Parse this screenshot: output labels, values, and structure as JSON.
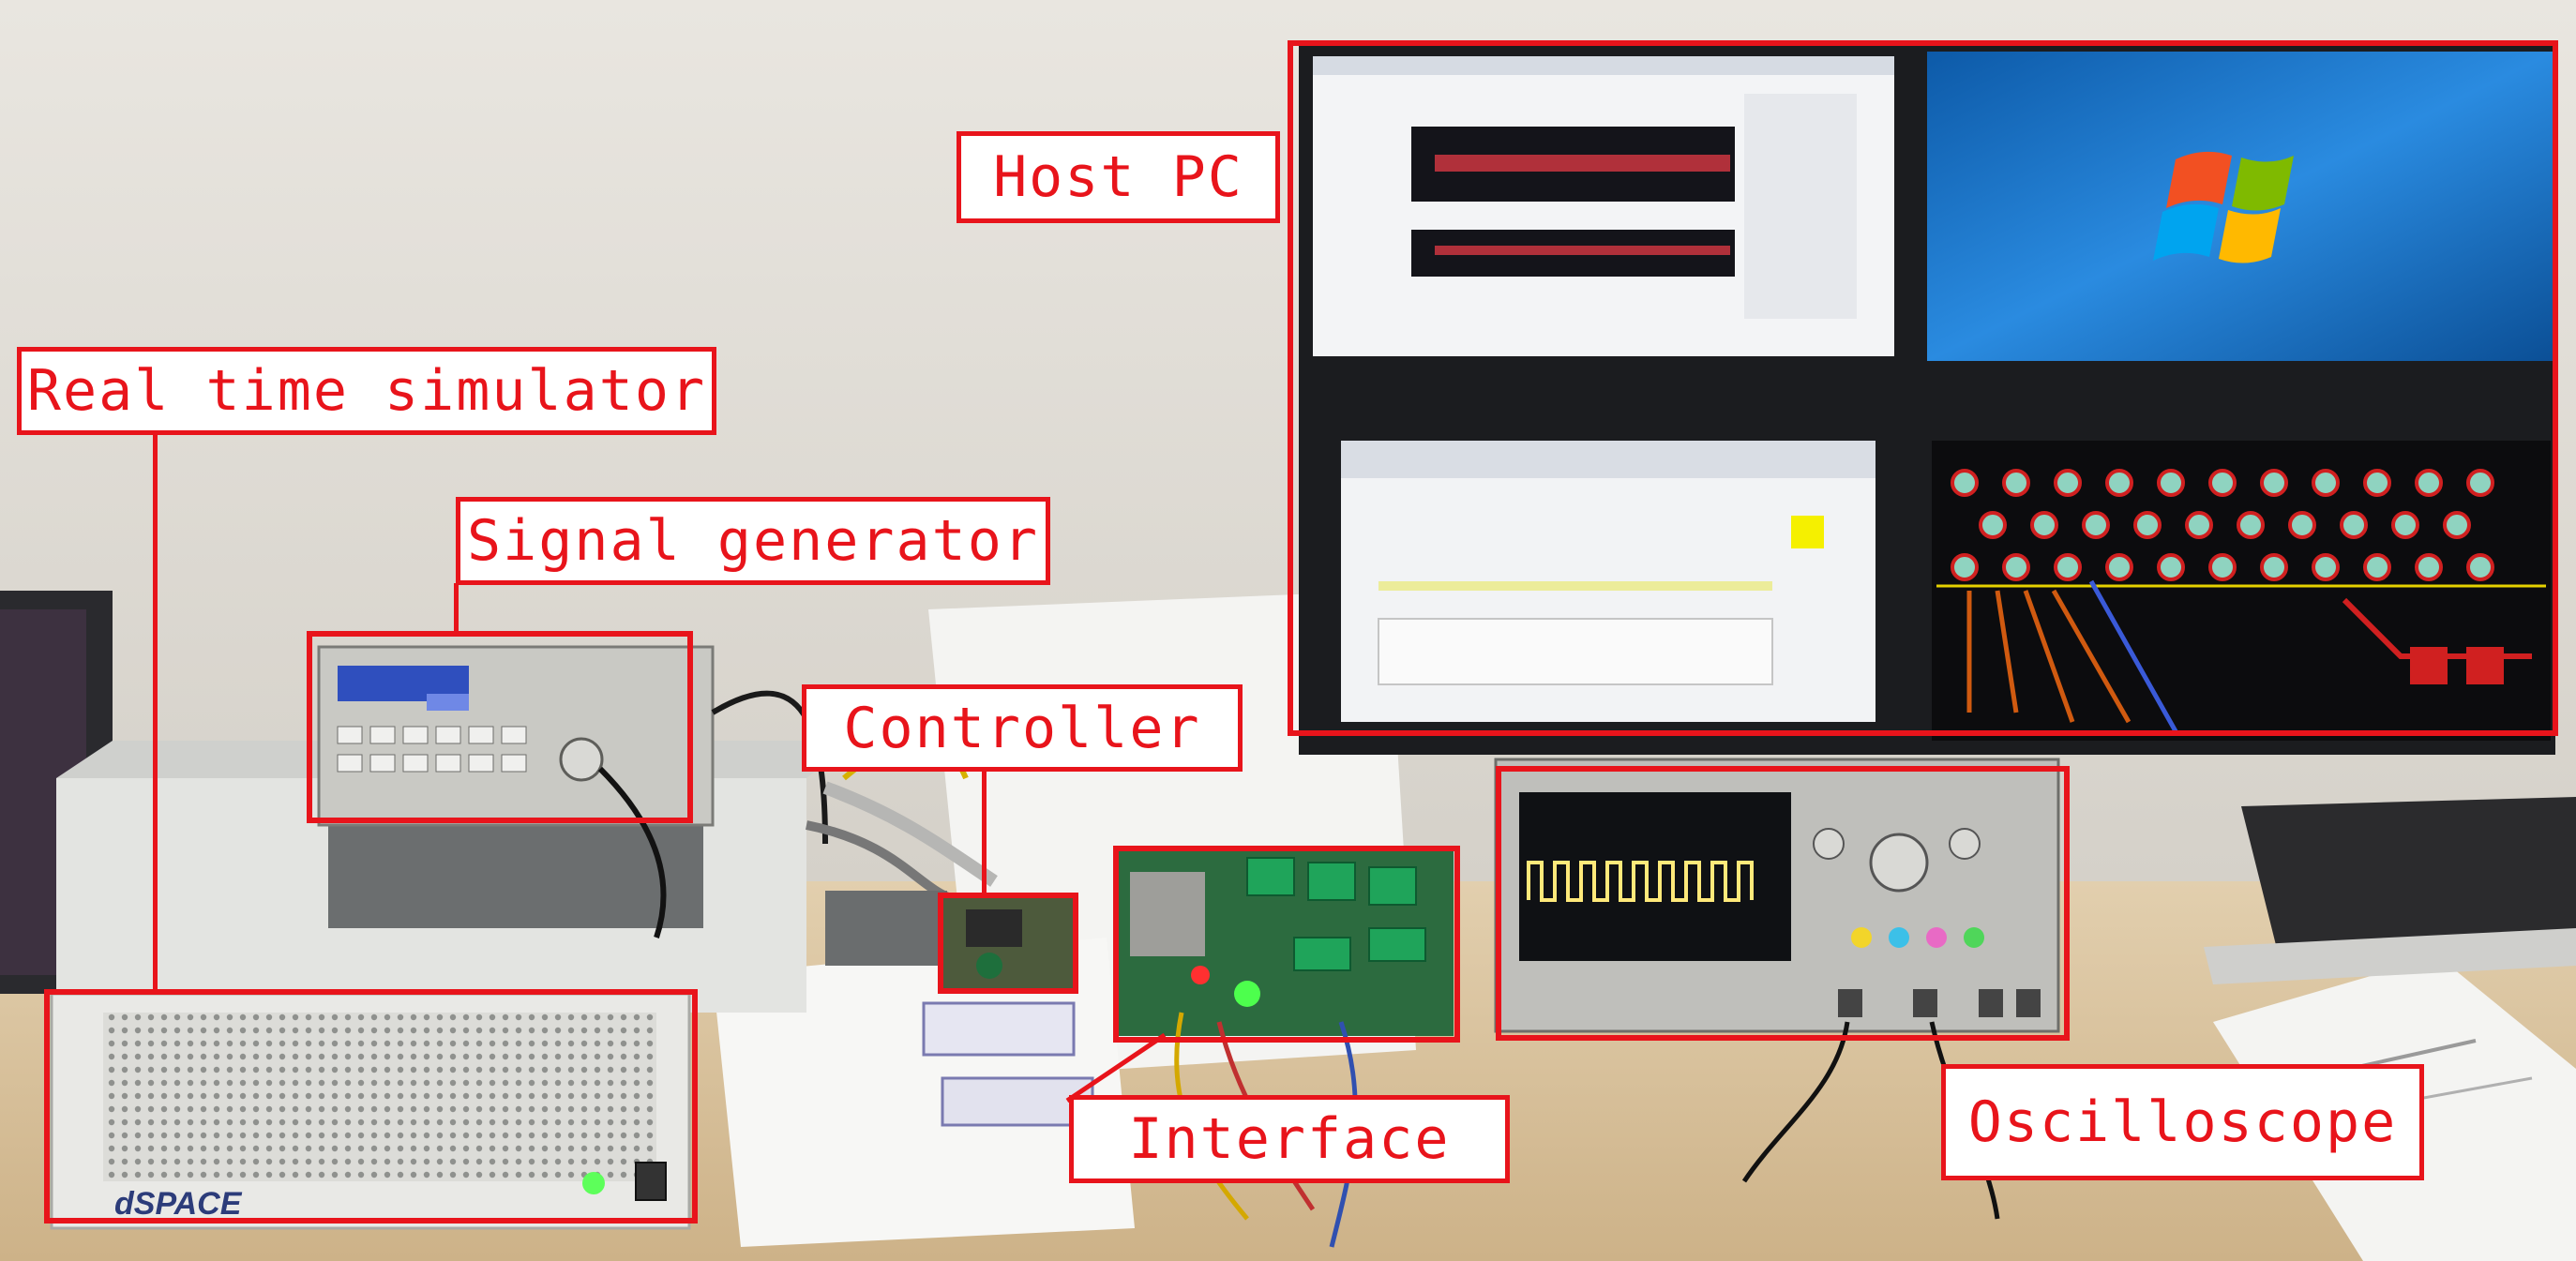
{
  "labels": {
    "host_pc": "Host PC",
    "real_time_simulator": "Real time simulator",
    "signal_generator": "Signal generator",
    "controller": "Controller",
    "interface": "Interface",
    "oscilloscope": "Oscilloscope",
    "dspace_brand": "dSPACE"
  },
  "colors": {
    "annotation_red": "#e8141b",
    "wall": "#dedad3",
    "desk": "#d8c3a0",
    "monitor_frame": "#1b1c1f",
    "windows_desktop_blue": "#1b78c9",
    "pcb_green": "#1f6a3c"
  }
}
